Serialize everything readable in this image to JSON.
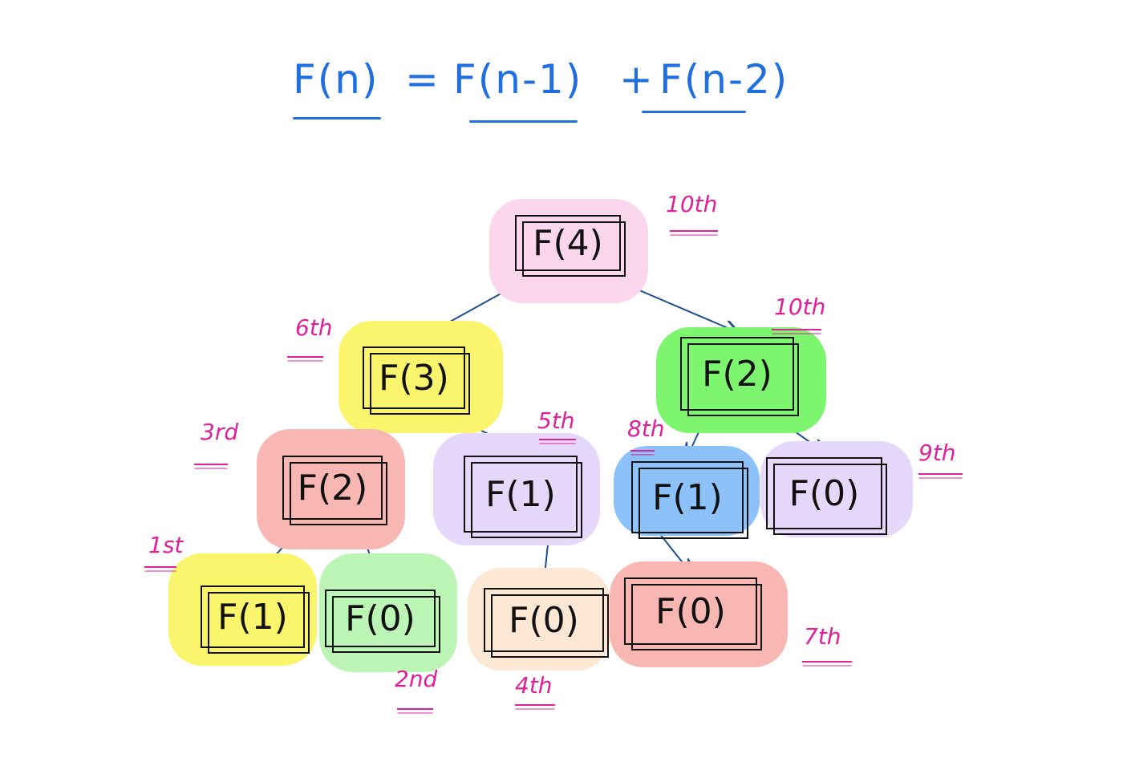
{
  "formula": {
    "left": "F(n)",
    "equals": "=",
    "term1": "F(n-1)",
    "plus": "+",
    "term2": "F(n-2)",
    "color": "#1f6fe0"
  },
  "tree": {
    "nodes": [
      {
        "id": "n0",
        "label": "F(4)",
        "order": "10th",
        "color": "#fbd6ec"
      },
      {
        "id": "n1",
        "label": "F(3)",
        "order": "6th",
        "color": "#fbf56d"
      },
      {
        "id": "n2",
        "label": "F(2)",
        "order": "10th",
        "color": "#7ef56e"
      },
      {
        "id": "n3",
        "label": "F(2)",
        "order": "3rd",
        "color": "#f9b7b4"
      },
      {
        "id": "n4",
        "label": "F(1)",
        "order": "5th",
        "color": "#e6d8fb"
      },
      {
        "id": "n5",
        "label": "F(1)",
        "order": "8th",
        "color": "#8cc1fa"
      },
      {
        "id": "n6",
        "label": "F(0)",
        "order": "9th",
        "color": "#e6d8fb"
      },
      {
        "id": "n7",
        "label": "F(1)",
        "order": "1st",
        "color": "#fbf56d"
      },
      {
        "id": "n8",
        "label": "F(0)",
        "order": "2nd",
        "color": "#bdf5b6"
      },
      {
        "id": "n9",
        "label": "F(0)",
        "order": "4th",
        "color": "#fde8d6"
      },
      {
        "id": "n10",
        "label": "F(0)",
        "order": "7th",
        "color": "#f9b7b4"
      }
    ],
    "edges": [
      [
        "n0",
        "n1"
      ],
      [
        "n0",
        "n2"
      ],
      [
        "n1",
        "n3"
      ],
      [
        "n1",
        "n4"
      ],
      [
        "n2",
        "n5"
      ],
      [
        "n2",
        "n6"
      ],
      [
        "n3",
        "n7"
      ],
      [
        "n3",
        "n8"
      ],
      [
        "n4",
        "n9"
      ],
      [
        "n5",
        "n10"
      ]
    ],
    "edge_color": "#1f4e8c",
    "order_color": "#e0209a"
  }
}
